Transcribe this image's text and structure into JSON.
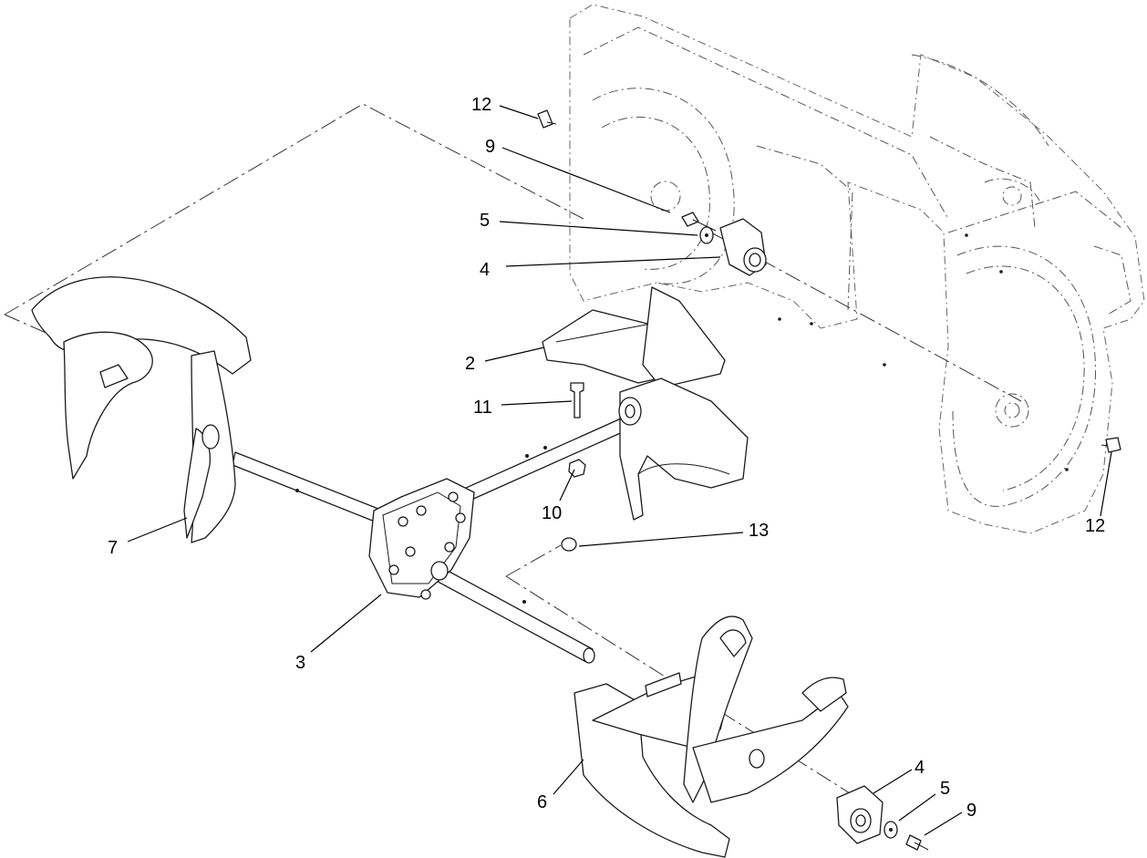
{
  "callouts": [
    {
      "id": "c12a",
      "label": "12"
    },
    {
      "id": "c9a",
      "label": "9"
    },
    {
      "id": "c5a",
      "label": "5"
    },
    {
      "id": "c4a",
      "label": "4"
    },
    {
      "id": "c2",
      "label": "2"
    },
    {
      "id": "c11",
      "label": "11"
    },
    {
      "id": "c10",
      "label": "10"
    },
    {
      "id": "c12b",
      "label": "12"
    },
    {
      "id": "c13",
      "label": "13"
    },
    {
      "id": "c7",
      "label": "7"
    },
    {
      "id": "c3",
      "label": "3"
    },
    {
      "id": "c6",
      "label": "6"
    },
    {
      "id": "c4b",
      "label": "4"
    },
    {
      "id": "c5b",
      "label": "5"
    },
    {
      "id": "c9b",
      "label": "9"
    }
  ]
}
